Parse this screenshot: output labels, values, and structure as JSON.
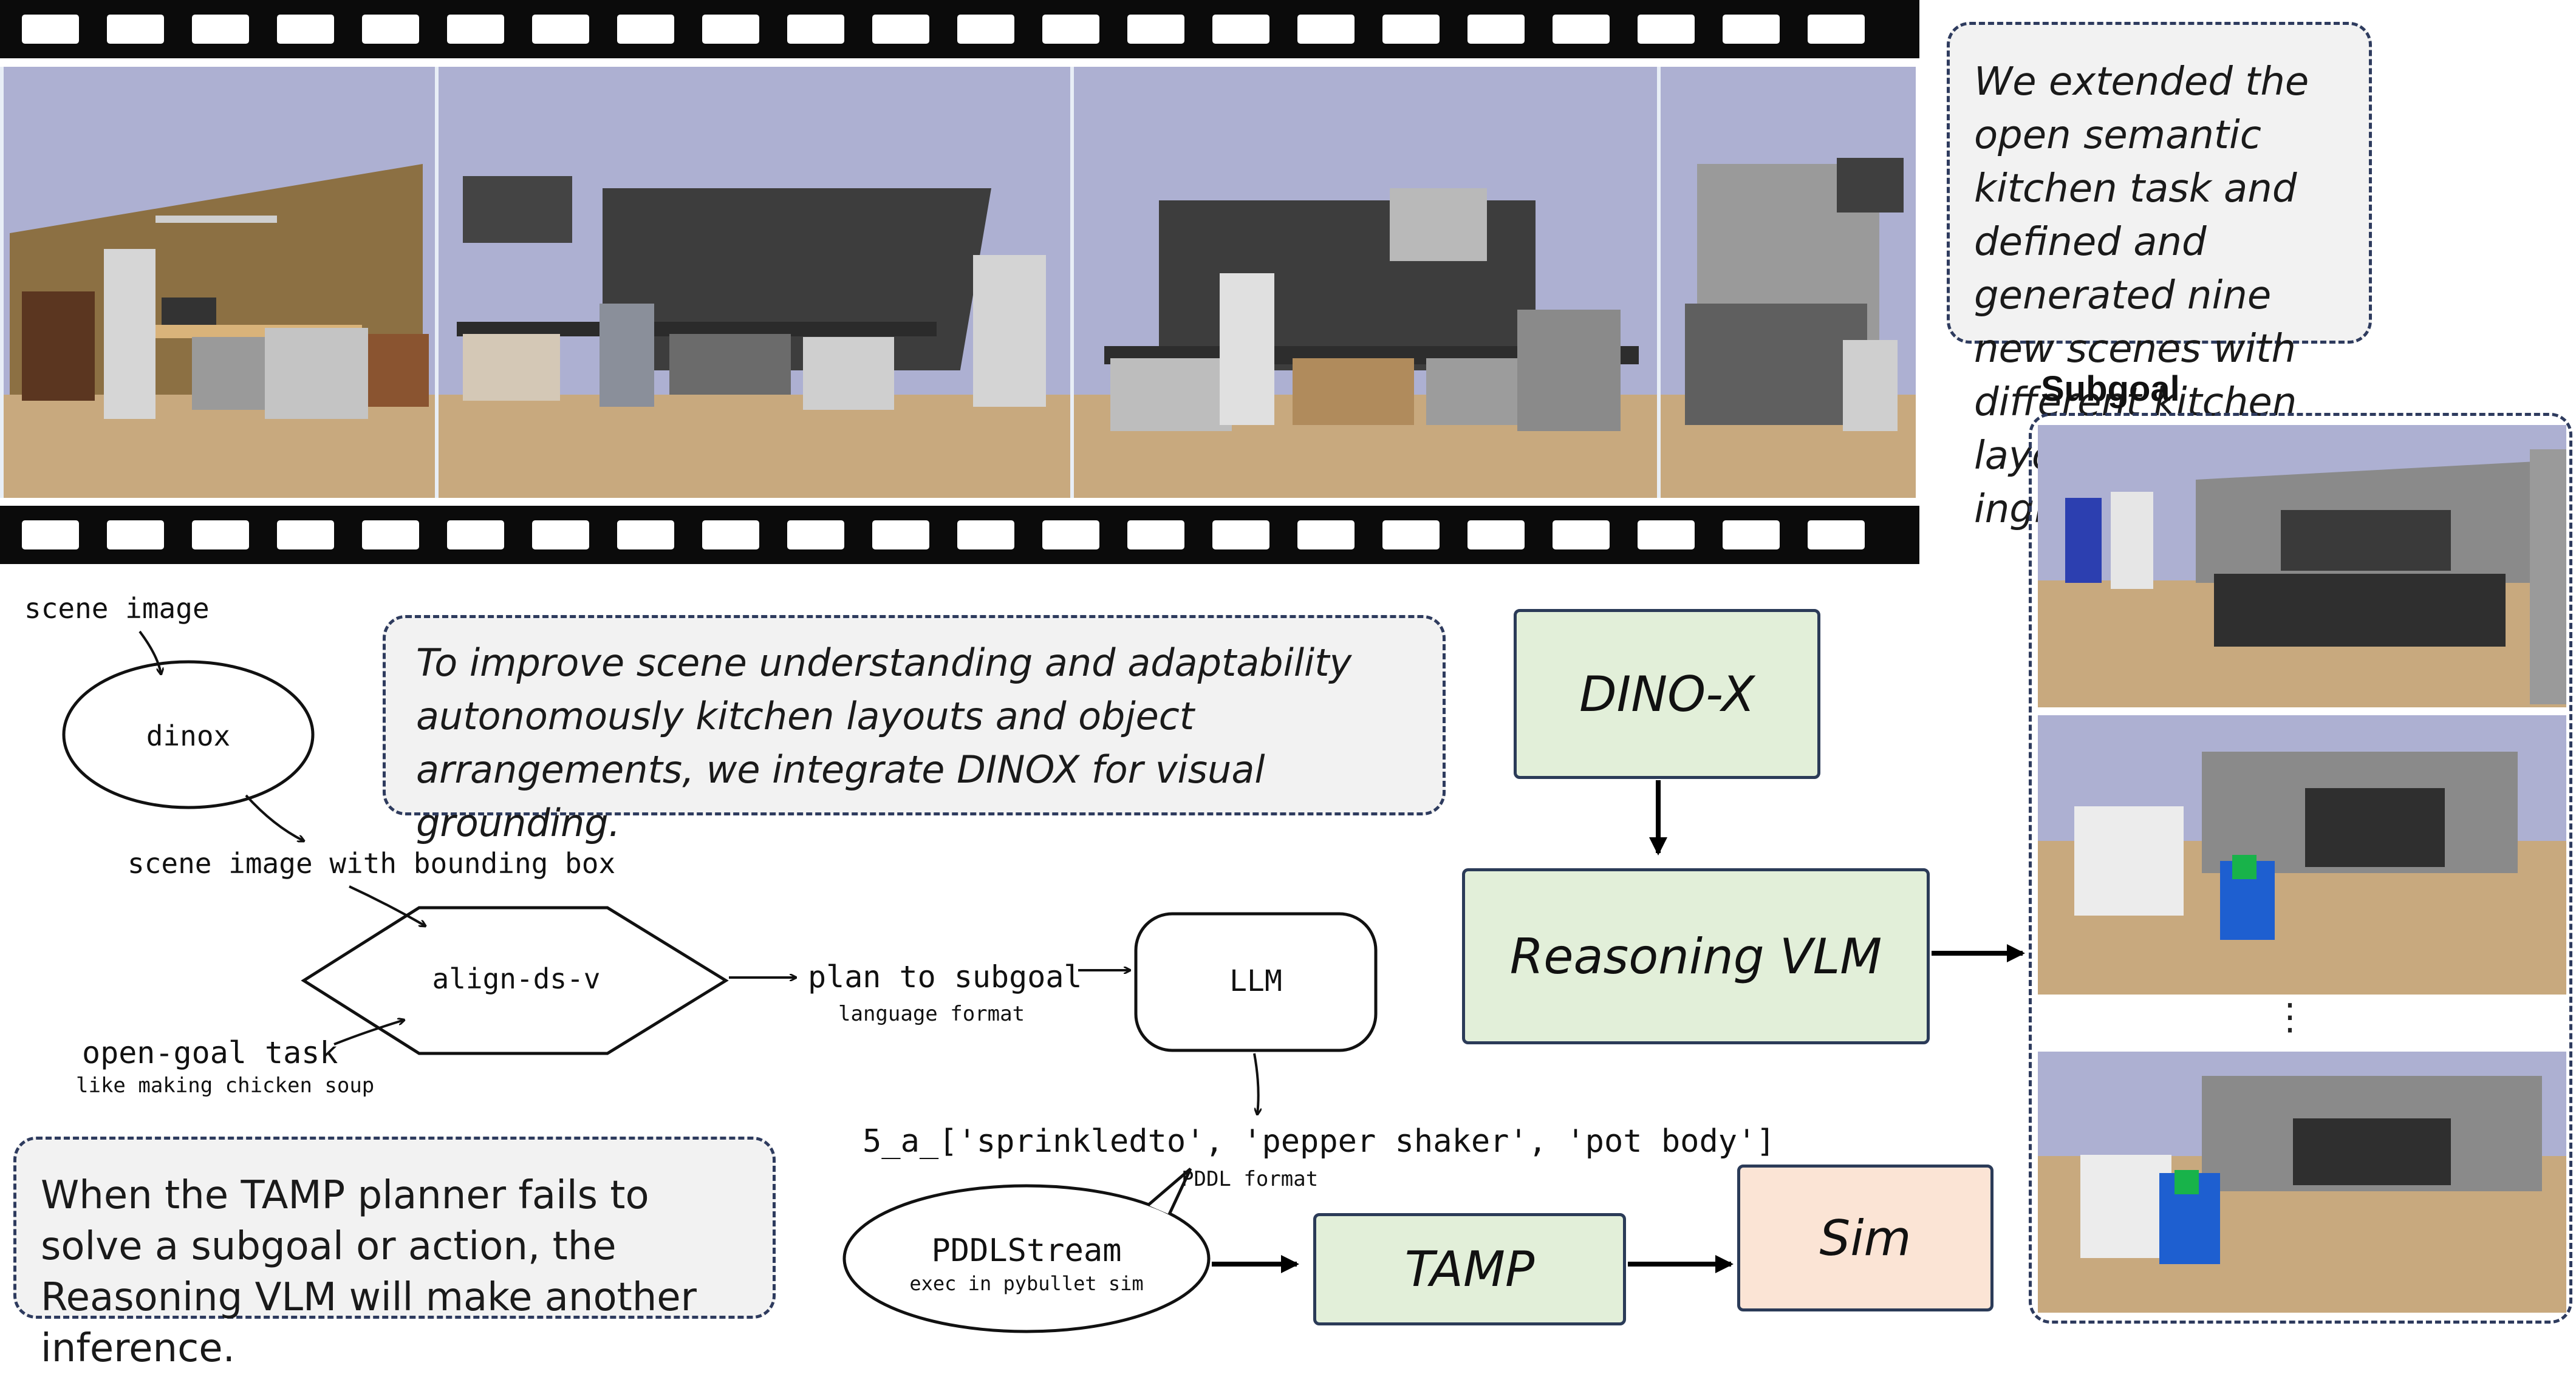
{
  "top_note": "We extended the open semantic kitchen task and defined and generated nine new scenes with different kitchen layouts and ingredients",
  "middle_note": "To improve scene understanding and adaptability autonomously kitchen layouts and object arrangements, we integrate DINOX for visual grounding.",
  "bottom_note": "When the TAMP planner fails to solve a subgoal or action, the Reasoning VLM will make another inference.",
  "flow": {
    "scene_image": "scene image",
    "dinox": "dinox",
    "scene_image_bbox": "scene image with bounding box",
    "align": "align-ds-v",
    "open_goal": "open-goal task",
    "open_goal_sub": "like making chicken soup",
    "plan_to_subgoal": "plan to subgoal",
    "language_format": "language format",
    "llm": "LLM",
    "action": "5_a_['sprinkledto', 'pepper shaker', 'pot body']",
    "pddl_format": "PDDL format",
    "pddlstream": "PDDLStream",
    "pddlstream_sub": "exec in pybullet sim"
  },
  "boxes": {
    "dino_x": "DINO-X",
    "reasoning_vlm": "Reasoning VLM",
    "tamp": "TAMP",
    "sim": "Sim"
  },
  "subgoal_title": "Subgoal",
  "ellipsis": "⋮",
  "colors": {
    "green_box": "#e2efd9",
    "peach_box": "#fbe4d5",
    "note_border": "#2e3b5e",
    "film": "#0b0b0b"
  }
}
